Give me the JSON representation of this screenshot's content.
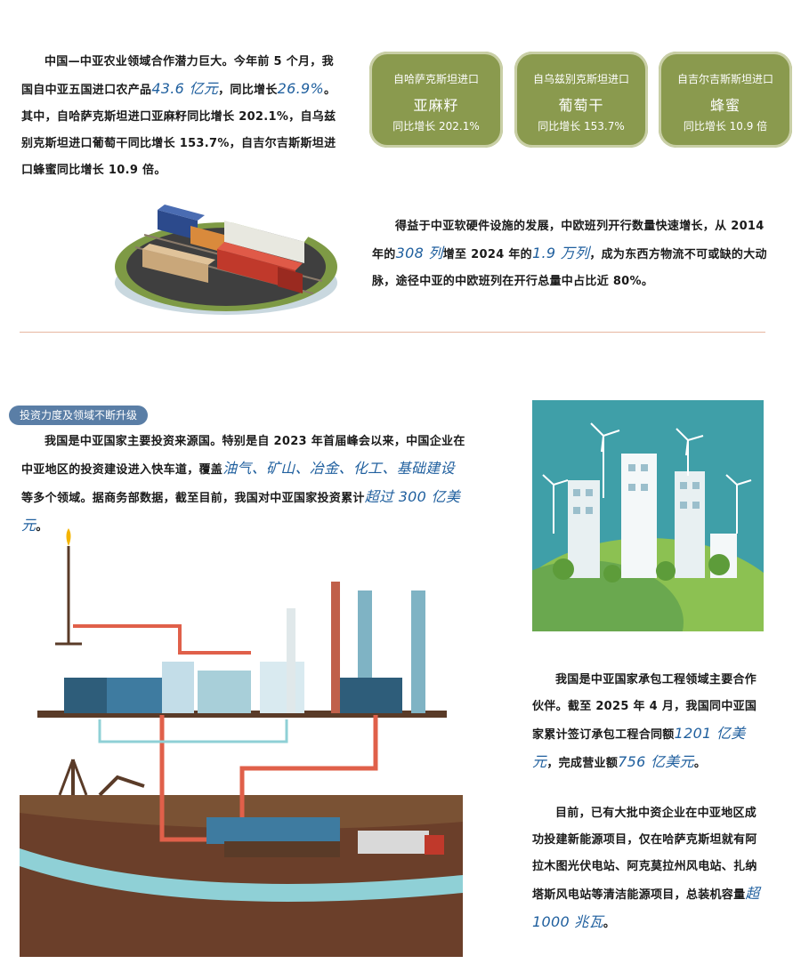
{
  "intro": {
    "p1_a": "中国—中亚农业领域合作潜力巨大。今年前 5 个月，我国自中亚五国进口农产品",
    "p1_h1": "43.6 亿元",
    "p1_b": "，同比增长",
    "p1_h2": "26.9%",
    "p1_c": "。其中，自哈萨克斯坦进口亚麻籽同比增长 202.1%，自乌兹别克斯坦进口葡萄干同比增长 153.7%，自吉尔吉斯斯坦进口蜂蜜同比增长 10.9 倍。"
  },
  "badges": [
    {
      "top": "自哈萨克斯坦进口",
      "name": "亚麻籽",
      "bottom": "同比增长 202.1%"
    },
    {
      "top": "自乌兹别克斯坦进口",
      "name": "葡萄干",
      "bottom": "同比增长 153.7%"
    },
    {
      "top": "自吉尔吉斯斯坦进口",
      "name": "蜂蜜",
      "bottom": "同比增长 10.9 倍"
    }
  ],
  "rail": {
    "a": "得益于中亚软硬件设施的发展，中欧班列开行数量快速增长，从 2014 年的",
    "h1": "308 列",
    "b": "增至 2024 年的",
    "h2": "1.9 万列",
    "c": "，成为东西方物流不可或缺的大动脉，途径中亚的中欧班列在开行总量中占比近 80%。"
  },
  "section_tag": "投资力度及领域不断升级",
  "invest": {
    "a": "我国是中亚国家主要投资来源国。特别是自 2023 年首届峰会以来，中国企业在中亚地区的投资建设进入快车道，覆盖",
    "h1": "油气、矿山、冶金、化工、基础建设",
    "b": "等多个领域。据商务部数据，截至目前，我国对中亚国家投资累计",
    "h2": "超过 300 亿美元",
    "c": "。"
  },
  "contract": {
    "a": "我国是中亚国家承包工程领域主要合作伙伴。截至 2025 年 4 月，我国同中亚国家累计签订承包工程合同额",
    "h1": "1201 亿美元",
    "b": "，完成营业额",
    "h2": "756 亿美元",
    "c": "。"
  },
  "energy": {
    "a": "目前，已有大批中资企业在中亚地区成功投建新能源项目，仅在哈萨克斯坦就有阿拉木图光伏电站、阿克莫拉州风电站、扎纳塔斯风电站等清洁能源项目，总装机容量",
    "h1": "超 1000 兆瓦",
    "b": "。"
  },
  "colors": {
    "accent_text": "#1f5f9e",
    "badge_bg": "#8a9a4e",
    "tag_bg": "#5a7ea6",
    "divider": "#e7b7a0"
  }
}
